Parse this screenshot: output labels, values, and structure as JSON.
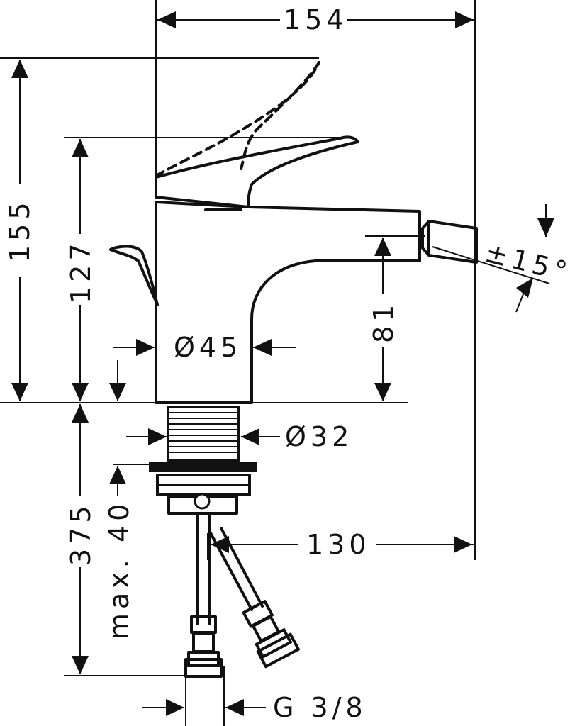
{
  "drawing": {
    "dimensions": {
      "total_width": "154",
      "total_height": "155",
      "spout_height": "127",
      "body_diameter": "Ø45",
      "outlet_height": "81",
      "swivel_angle": "±15°",
      "shank_diameter": "Ø32",
      "hose_length": "375",
      "max_thickness": "max. 40",
      "projection": "130",
      "connection_thread": "G 3/8"
    }
  }
}
